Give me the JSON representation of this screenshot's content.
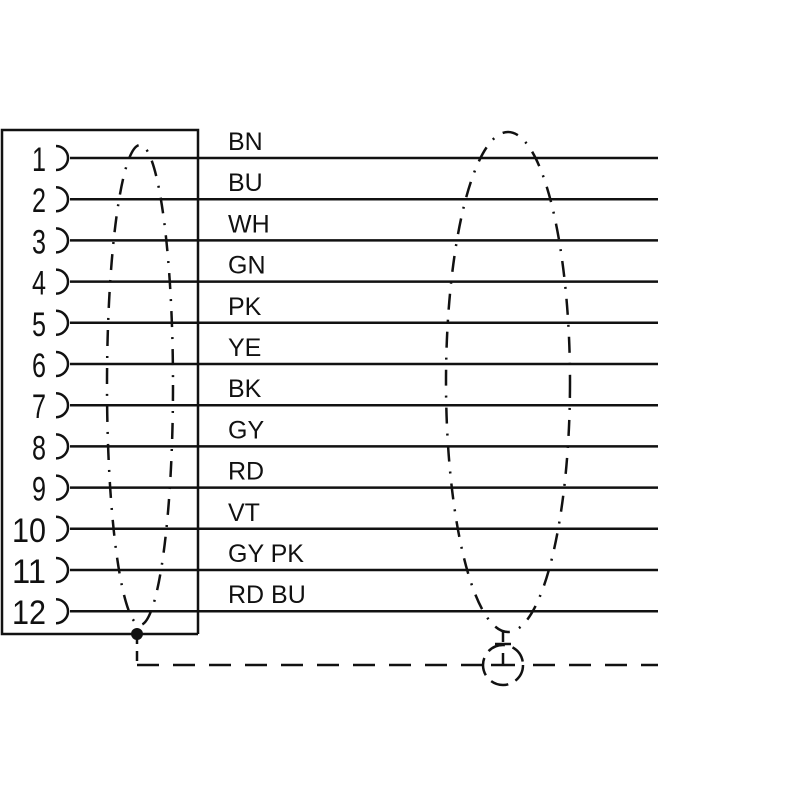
{
  "pins": [
    {
      "number": "1",
      "color": "BN"
    },
    {
      "number": "2",
      "color": "BU"
    },
    {
      "number": "3",
      "color": "WH"
    },
    {
      "number": "4",
      "color": "GN"
    },
    {
      "number": "5",
      "color": "PK"
    },
    {
      "number": "6",
      "color": "YE"
    },
    {
      "number": "7",
      "color": "BK"
    },
    {
      "number": "8",
      "color": "GY"
    },
    {
      "number": "9",
      "color": "RD"
    },
    {
      "number": "10",
      "color": "VT"
    },
    {
      "number": "11",
      "color": "GY PK"
    },
    {
      "number": "12",
      "color": "RD BU"
    }
  ],
  "stroke_color": "#111111"
}
